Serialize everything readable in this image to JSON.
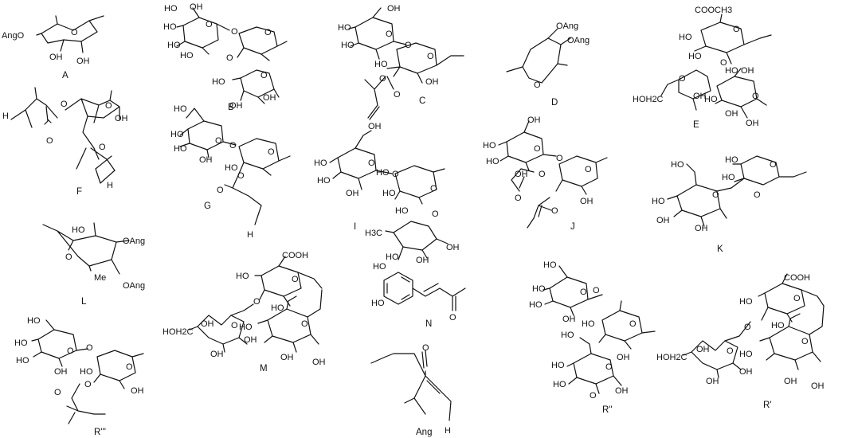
{
  "diagram": {
    "structures": [
      {
        "id": "A",
        "caption": "A",
        "labels": [
          "AngO",
          "O",
          "OH",
          "OH"
        ]
      },
      {
        "id": "B",
        "caption": "B",
        "labels": [
          "HO",
          "OH",
          "O",
          "HO",
          "HO",
          "O",
          "HO",
          "O",
          "O",
          "O",
          "HO",
          "OH",
          "OH"
        ]
      },
      {
        "id": "C",
        "caption": "C",
        "labels": [
          "OH",
          "HO",
          "HO",
          "O",
          "O",
          "HO",
          "O",
          "O",
          "OH",
          "O"
        ]
      },
      {
        "id": "D",
        "caption": "D",
        "labels": [
          "OAng",
          "OAng",
          "O"
        ]
      },
      {
        "id": "E",
        "caption": "E",
        "labels": [
          "COOCH3",
          "HO",
          "O",
          "HO",
          "O",
          "O",
          "HO",
          "OH",
          "HOH2C",
          "OH",
          "HO",
          "O",
          "OH",
          "OH"
        ]
      },
      {
        "id": "F",
        "caption": "F",
        "labels": [
          "H",
          "O",
          "O",
          "O",
          "OH",
          "O",
          "H"
        ]
      },
      {
        "id": "G",
        "caption": "G",
        "labels": [
          "HO",
          "HO",
          "O",
          "HO",
          "OH",
          "O",
          "O",
          "HO",
          "O",
          "O",
          "H"
        ]
      },
      {
        "id": "I",
        "caption": "I",
        "labels": [
          "OH",
          "HO",
          "HO",
          "O",
          "OH",
          "O",
          "HO",
          "HO",
          "O",
          "HO",
          "O",
          "H3C",
          "HO",
          "OH",
          "OH"
        ]
      },
      {
        "id": "J",
        "caption": "J",
        "labels": [
          "OH",
          "HO",
          "HO",
          "O",
          "OH",
          "O",
          "O",
          "O",
          "OH",
          "O",
          "O"
        ]
      },
      {
        "id": "K",
        "caption": "K",
        "labels": [
          "HO",
          "O",
          "HO",
          "O",
          "O",
          "HO",
          "HO",
          "OH",
          "OH"
        ]
      },
      {
        "id": "L",
        "caption": "L",
        "labels": [
          "HO",
          "OAng",
          "O",
          "Me",
          "OAng"
        ]
      },
      {
        "id": "M",
        "caption": "M",
        "labels": [
          "COOH",
          "HO",
          "O",
          "O",
          "HOH2C",
          "OH",
          "O",
          "HO",
          "HO",
          "OH",
          "OH",
          "O",
          "OH",
          "OH"
        ]
      },
      {
        "id": "N",
        "caption": "N",
        "labels": [
          "HO",
          "HO",
          "O"
        ]
      },
      {
        "id": "R3",
        "caption": "R'''",
        "labels": [
          "HO",
          "HO",
          "HO",
          "O",
          "OH",
          "O",
          "O",
          "HO",
          "O",
          "OH",
          "O"
        ]
      },
      {
        "id": "Ang",
        "caption": "Ang",
        "labels": [
          "O",
          "H"
        ]
      },
      {
        "id": "R2",
        "caption": "R''",
        "labels": [
          "HO",
          "HO",
          "HO",
          "O",
          "OH",
          "O",
          "O",
          "HO",
          "OH",
          "HO",
          "O",
          "HO",
          "HO",
          "O",
          "OH"
        ]
      },
      {
        "id": "R1",
        "caption": "R'",
        "labels": [
          "COOH",
          "HO",
          "O",
          "O",
          "HOH2C",
          "OH",
          "O",
          "HO",
          "HO",
          "OH",
          "OH",
          "O",
          "OH",
          "OH"
        ]
      }
    ]
  }
}
